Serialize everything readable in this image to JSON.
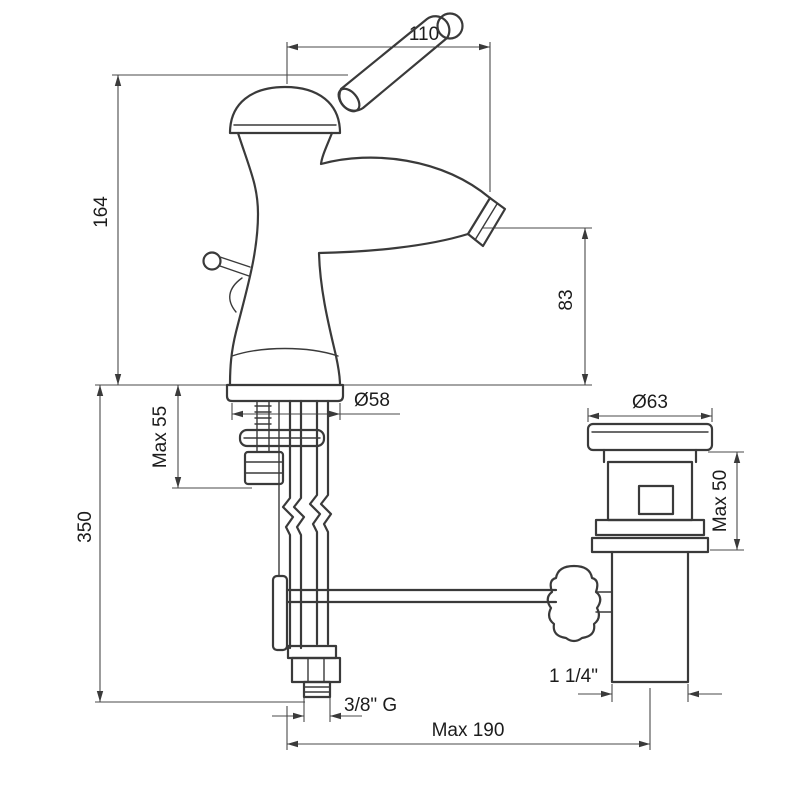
{
  "drawing": {
    "kind": "faucet-technical-dimension-drawing",
    "colors": {
      "line": "#3a3a3a",
      "dimension": "#4a4a4a",
      "text": "#1c1c1c",
      "background": "#ffffff"
    },
    "dimensions": {
      "spout_reach": "110",
      "body_height": "164",
      "spout_height": "83",
      "base_diameter": "Ø58",
      "max_deck_thickness": "Max 55",
      "hose_length": "350",
      "drain_flange_diameter": "Ø63",
      "max_drain_deck": "Max 50",
      "waste_size": "1 1/4\"",
      "hose_thread": "3/8\" G",
      "max_horizontal_reach": "Max 190"
    }
  }
}
